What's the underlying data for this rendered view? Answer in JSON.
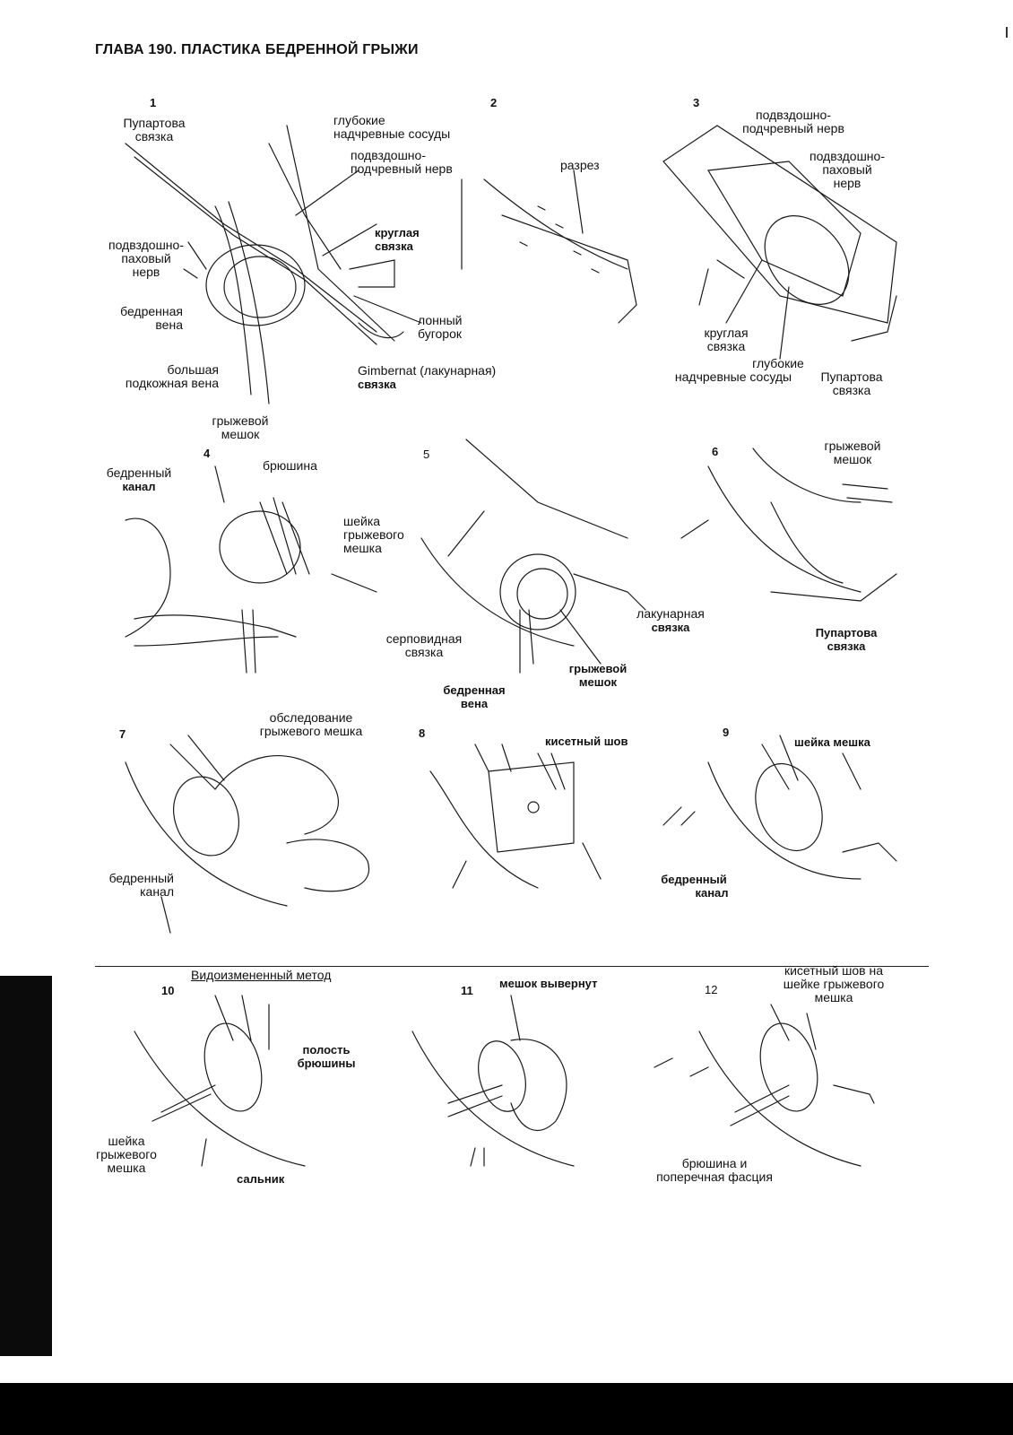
{
  "header": {
    "title": "ГЛАВА 190. ПЛАСТИКА БЕДРЕННОЙ ГРЫЖИ"
  },
  "figures": {
    "f1": {
      "number": "1",
      "pupart": [
        "Пупартова",
        "связка"
      ],
      "deep_vessels": [
        "глубокие",
        "надчревные сосуды"
      ],
      "iliohypo": [
        "подвздошно-",
        "подчревный нерв"
      ],
      "round": [
        "круглая",
        "связка"
      ],
      "ilioing": [
        "подвздошно-",
        "паховый",
        "нерв"
      ],
      "fem_vein": [
        "бедренная",
        "вена"
      ],
      "pubic": [
        "лонный",
        "бугорок"
      ],
      "saphenous": [
        "большая",
        "подкожная вена"
      ],
      "gimbernat": [
        "Gimbernat (лакунарная)",
        "связка"
      ],
      "sac": [
        "грыжевой",
        "мешок"
      ]
    },
    "f2": {
      "number": "2",
      "incision": "разрез"
    },
    "f3": {
      "number": "3",
      "iliohypo": [
        "подвздошно-",
        "подчревный нерв"
      ],
      "ilioing": [
        "подвздошно-",
        "паховый",
        "нерв"
      ],
      "round": [
        "круглая",
        "связка"
      ],
      "deep_vessels": [
        "глубокие",
        "надчревные сосуды"
      ],
      "pupart": [
        "Пупартова",
        "связка"
      ]
    },
    "f4": {
      "number": "4",
      "canal": [
        "бедренный",
        "канал"
      ],
      "peritoneum": "брюшина",
      "neck": [
        "шейка",
        "грыжевого",
        "мешка"
      ]
    },
    "f5": {
      "number": "5",
      "lacunar": [
        "лакунарная",
        "связка"
      ],
      "falciform": [
        "серповидная",
        "связка"
      ],
      "sac": [
        "грыжевой",
        "мешок"
      ],
      "fem_vein": [
        "бедренная",
        "вена"
      ]
    },
    "f6": {
      "number": "6",
      "sac": [
        "грыжевой",
        "мешок"
      ],
      "pupart": [
        "Пупартова",
        "связка"
      ]
    },
    "f7": {
      "number": "7",
      "exam": [
        "обследование",
        "грыжевого мешка"
      ],
      "canal": [
        "бедренный",
        "канал"
      ]
    },
    "f8": {
      "number": "8",
      "purse": "кисетный шов"
    },
    "f9": {
      "number": "9",
      "neck": "шейка мешка",
      "canal": [
        "бедренный",
        "канал"
      ]
    },
    "section2": {
      "title": "Видоизмененный метод"
    },
    "f10": {
      "number": "10",
      "cavity": [
        "полость",
        "брюшины"
      ],
      "neck": [
        "шейка",
        "грыжевого",
        "мешка"
      ],
      "omentum": "сальник"
    },
    "f11": {
      "number": "11",
      "everted": "мешок вывернут"
    },
    "f12": {
      "number": "12",
      "purse": [
        "кисетный шов на",
        "шейке грыжевого",
        "мешка"
      ],
      "perit": [
        "брюшина и",
        "поперечная фасция"
      ]
    }
  }
}
